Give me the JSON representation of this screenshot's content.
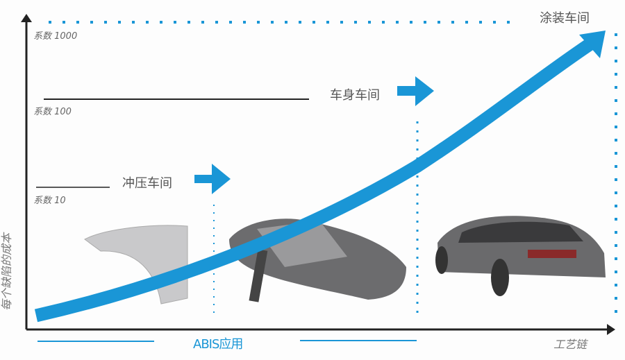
{
  "y_axis_label": "每个缺陷的成本",
  "x_axis_label": "工艺链",
  "coefficients": [
    "系数 1000",
    "系数 100",
    "系数 10"
  ],
  "stages": [
    "冲压车间",
    "车身车间",
    "涂装车间"
  ],
  "abis_label": "ABIS应用",
  "images": [
    "fender-panel",
    "body-in-white",
    "finished-car"
  ],
  "colors": {
    "accent": "#1a96d6",
    "axis": "#222222"
  }
}
